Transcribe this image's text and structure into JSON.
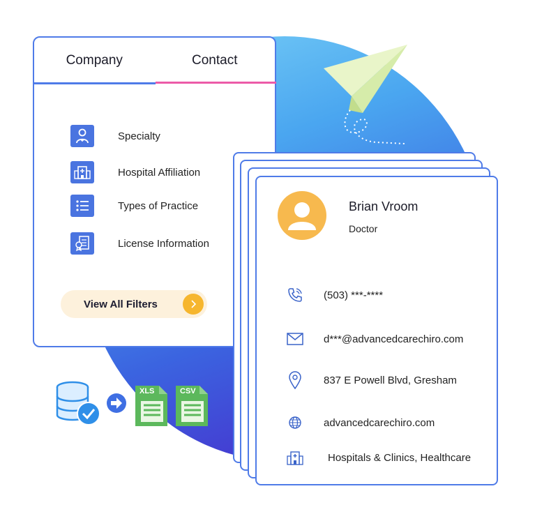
{
  "tabs": [
    {
      "label": "Company"
    },
    {
      "label": "Contact"
    }
  ],
  "filters": [
    {
      "label": "Specialty",
      "icon": "doctor-icon"
    },
    {
      "label": "Hospital Affiliation",
      "icon": "hospital-icon"
    },
    {
      "label": "Types of Practice",
      "icon": "list-icon"
    },
    {
      "label": "License Information",
      "icon": "license-certificate-icon"
    }
  ],
  "view_all": {
    "label": "View All Filters",
    "icon": "chevron-right-icon"
  },
  "contact": {
    "name": "Brian Vroom",
    "title": "Doctor",
    "phone": "(503) ***-****",
    "email": "d***@advancedcarechiro.com",
    "address": "837 E Powell Blvd, Gresham",
    "website": "advancedcarechiro.com",
    "industry": "Hospitals & Clinics,  Healthcare"
  },
  "export": {
    "formats": [
      "XLS",
      "CSV"
    ],
    "icons": [
      "database-check-icon",
      "arrow-right-icon",
      "xls-file-icon",
      "csv-file-icon"
    ]
  },
  "colors": {
    "accent": "#4f7be8",
    "tab_active": "#ec5ba8",
    "button_bg": "#fdf1dc",
    "button_arrow": "#f6b62e",
    "avatar": "#f7b94e",
    "file_green": "#5cb85c"
  }
}
